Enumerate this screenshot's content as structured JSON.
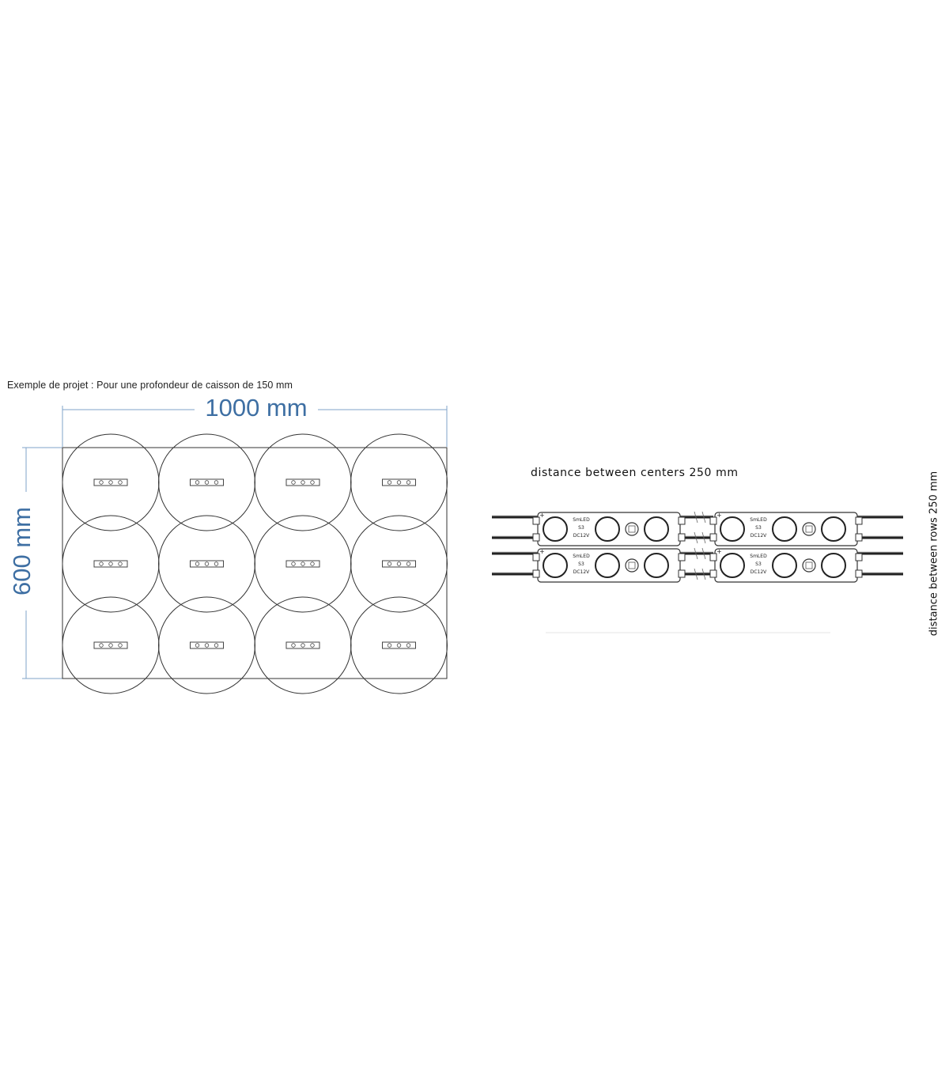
{
  "caption": "Exemple de projet : Pour une profondeur de caisson de 150  mm",
  "dimensions": {
    "width_label": "1000 mm",
    "height_label": "600 mm"
  },
  "layout_grid": {
    "rows": 3,
    "columns": 4
  },
  "modules": {
    "distance_centers_label": "distance between centers 250 mm",
    "distance_rows_label": "distance between rows 250 mm",
    "module_text_lines": [
      "SmLED",
      "S3",
      "DC12V"
    ]
  },
  "colors": {
    "dimension": "#3e6fa3",
    "line": "#333333"
  }
}
